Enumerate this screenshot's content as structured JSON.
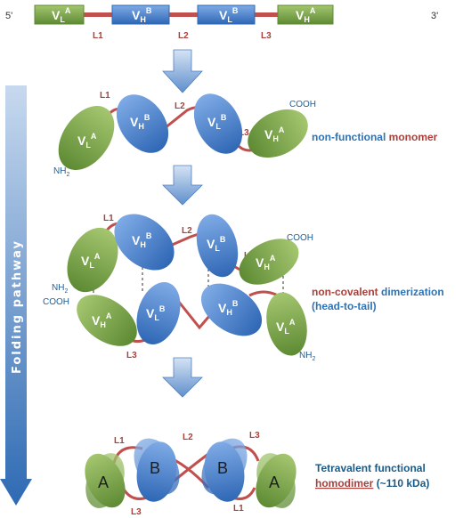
{
  "gene": {
    "five_prime": "5'",
    "three_prime": "3'"
  },
  "linkers": {
    "l1": "L1",
    "l2": "L2",
    "l3": "L3"
  },
  "domains": {
    "v": "V",
    "sub_l": "L",
    "sub_h": "H",
    "sup_a": "A",
    "sup_b": "B",
    "homodimer_a": "A",
    "homodimer_b": "B"
  },
  "termini": {
    "nh": "NH",
    "nh_sub": "2",
    "cooh": "COOH"
  },
  "pathway": {
    "label": "Folding pathway"
  },
  "stages": {
    "monomer": {
      "word1": "non-functional",
      "word2": "monomer"
    },
    "dimerization": {
      "word1": "non-covalent",
      "word2": "dimerization",
      "line2": "(head-to-tail)"
    },
    "homodimer": {
      "line1": "Tetravalent functional",
      "word1": "homodimer",
      "word2": "(~110 kDa)"
    }
  },
  "colors": {
    "green": "#7aa845",
    "blue": "#4a86d1",
    "linker": "#c0504d",
    "arrow": "#4f86c6"
  }
}
